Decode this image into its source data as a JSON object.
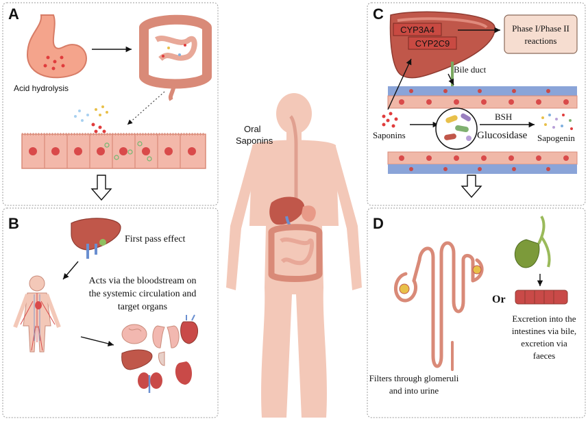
{
  "panels": {
    "a": {
      "letter": "A",
      "acid_label": "Acid hydrolysis"
    },
    "b": {
      "letter": "B",
      "first_pass": "First pass effect",
      "systemic_line1": "Acts via the bloodstream on",
      "systemic_line2": "the systemic circulation and",
      "systemic_line3": "target organs"
    },
    "c": {
      "letter": "C",
      "enzyme1": "CYP3A4",
      "enzyme2": "CYP2C9",
      "phase_line1": "Phase I/Phase II",
      "phase_line2": "reactions",
      "bile_duct": "Bile duct",
      "saponins": "Saponins",
      "bsh": "BSH",
      "glucosidase": "Glucosidase",
      "sapogenin": "Sapogenin"
    },
    "d": {
      "letter": "D",
      "or": "Or",
      "glomeruli_line1": "Filters through glomeruli",
      "glomeruli_line2": "and into urine",
      "excretion_line1": "Excretion into the",
      "excretion_line2": "intestines via bile,",
      "excretion_line3": "excretion via",
      "excretion_line4": "faeces"
    },
    "center": {
      "oral_line1": "Oral",
      "oral_line2": "Saponins"
    }
  },
  "colors": {
    "tissue": "#f0b8a8",
    "tissue_dark": "#d98a78",
    "liver": "#c0574a",
    "liver_light": "#e08a7c",
    "cell_core": "#d94a4a",
    "vessel_blue": "#8aa4d8",
    "phase_box": "#f6ddd0",
    "panel_border": "#9a9a9a",
    "body_skin": "#f3c8b8"
  },
  "icons": [
    "stomach",
    "intestine",
    "epithelium",
    "liver",
    "human-vascular",
    "organs",
    "kidney-nephron",
    "gallbladder",
    "bacteria"
  ]
}
